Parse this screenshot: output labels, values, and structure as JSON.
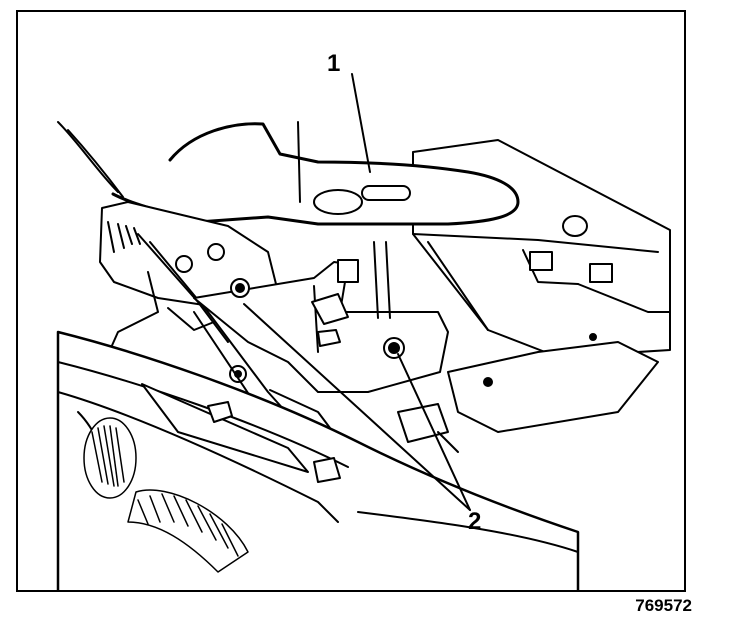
{
  "diagram": {
    "callouts": [
      {
        "label": "1",
        "target": "hood-seal-bracket"
      },
      {
        "label": "2",
        "target": "mounting-nuts"
      }
    ],
    "figure_number": "769572",
    "colors": {
      "ink": "#000000",
      "paper": "#ffffff"
    }
  }
}
